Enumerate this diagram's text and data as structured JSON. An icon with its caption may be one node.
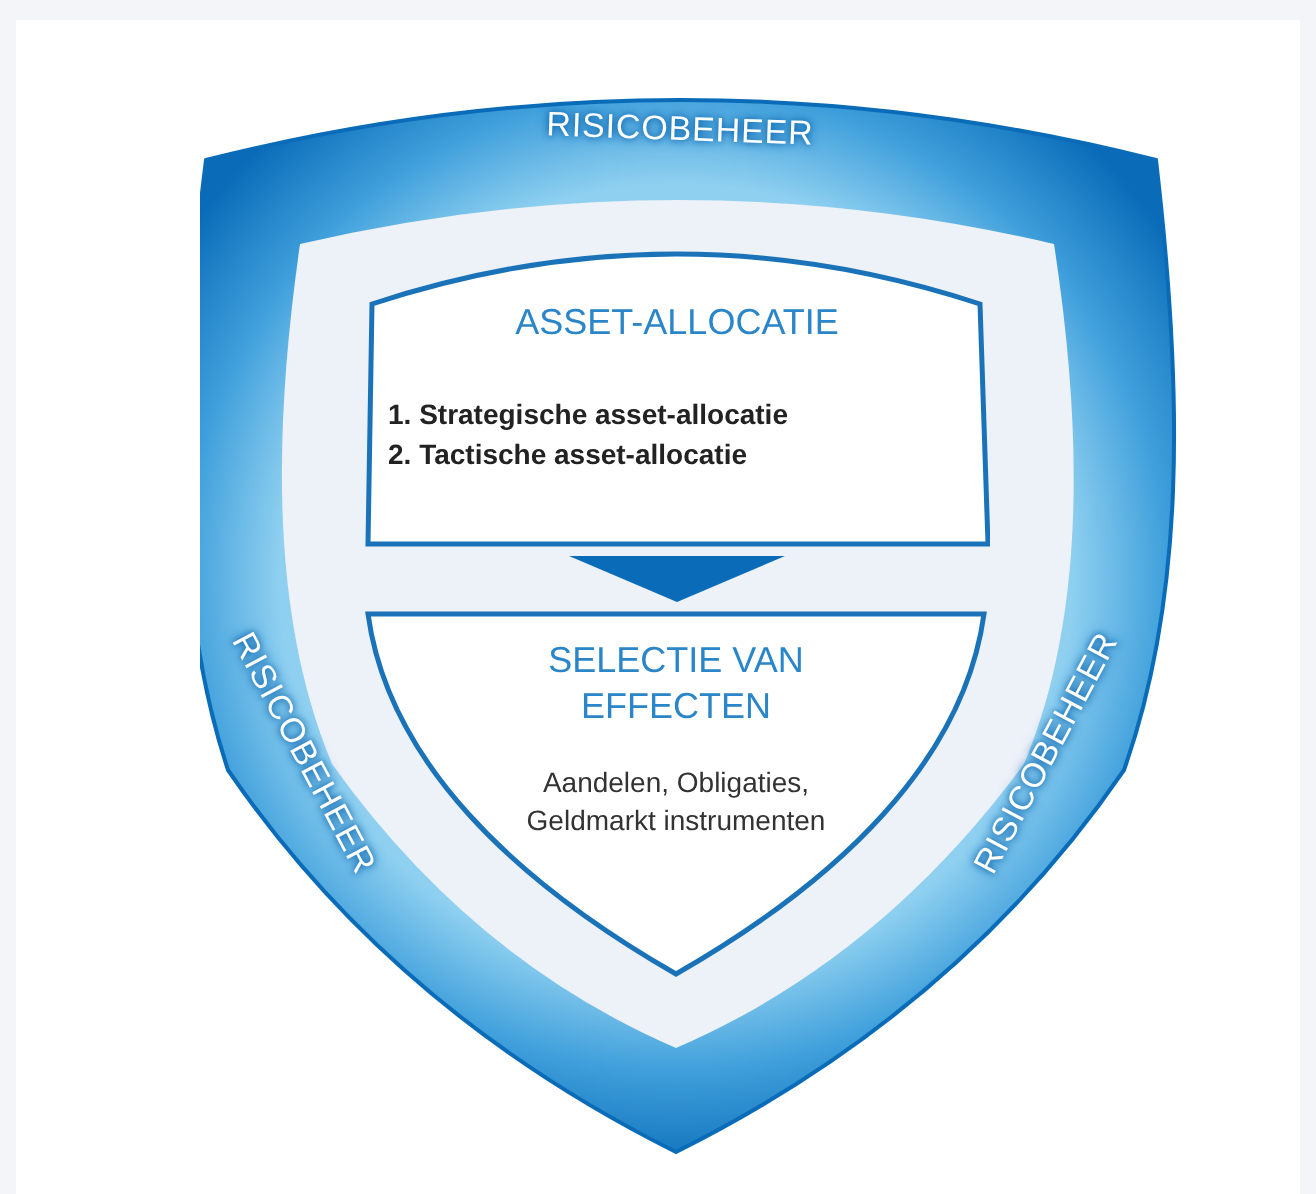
{
  "diagram": {
    "nodes": [
      {
        "text": [
          "RISICOBEHEER",
          "RISICOBEHEER",
          "RISICOBEHEER"
        ]
      },
      {
        "text": [
          "ASSET-ALLOCATIE",
          "1. Strategische asset-allocatie",
          "2. Tactische asset-allocatie"
        ],
        "in": 0
      },
      {
        "text": [
          "SELECTIE VAN EFFECTEN",
          "Aandelen, Obligaties, Geldmarkt instrumenten"
        ],
        "in": 0
      }
    ],
    "edges": [
      {
        "from": 1,
        "to": 2,
        "arrow": "to"
      }
    ]
  }
}
